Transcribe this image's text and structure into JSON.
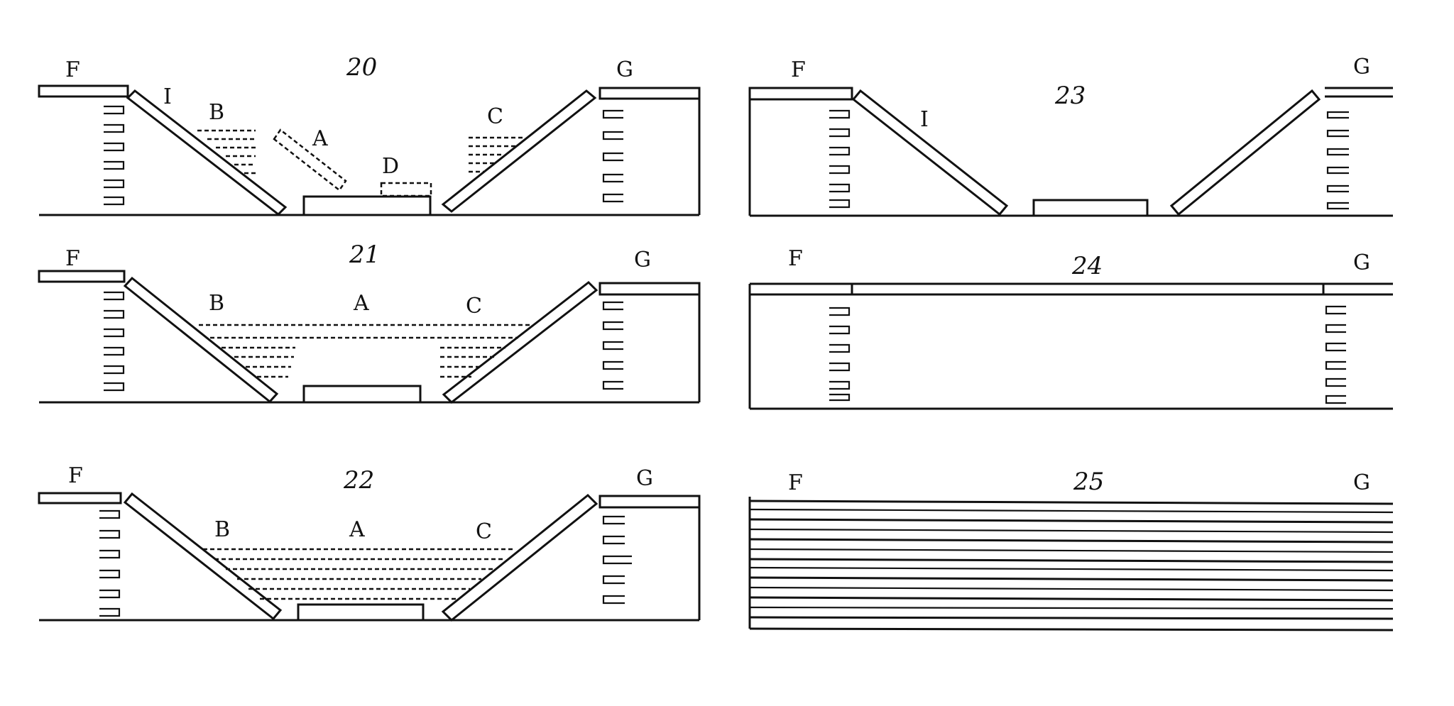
{
  "figures": [
    {
      "number": "20",
      "labels": {
        "F": "F",
        "G": "G",
        "I": "I",
        "A": "A",
        "B": "B",
        "C": "C",
        "D": "D"
      }
    },
    {
      "number": "21",
      "labels": {
        "F": "F",
        "G": "G",
        "A": "A",
        "B": "B",
        "C": "C"
      }
    },
    {
      "number": "22",
      "labels": {
        "F": "F",
        "G": "G",
        "A": "A",
        "B": "B",
        "C": "C"
      }
    },
    {
      "number": "23",
      "labels": {
        "F": "F",
        "G": "G",
        "I": "I"
      }
    },
    {
      "number": "24",
      "labels": {
        "F": "F",
        "G": "G"
      }
    },
    {
      "number": "25",
      "labels": {
        "F": "F",
        "G": "G"
      }
    }
  ]
}
